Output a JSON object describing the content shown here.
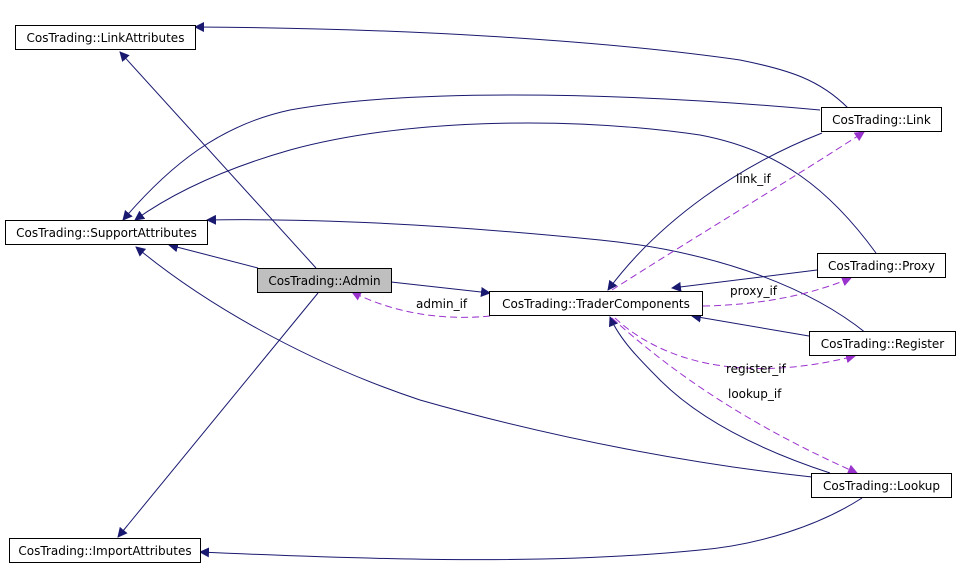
{
  "colors": {
    "inheritance_edge": "#191970",
    "usage_edge": "#9a32cd",
    "focus_node_fill": "#bfbfbf",
    "node_fill": "#ffffff"
  },
  "nodes": {
    "link_attributes": "CosTrading::LinkAttributes",
    "support_attributes": "CosTrading::SupportAttributes",
    "import_attributes": "CosTrading::ImportAttributes",
    "admin": "CosTrading::Admin",
    "trader_components": "CosTrading::TraderComponents",
    "link": "CosTrading::Link",
    "proxy": "CosTrading::Proxy",
    "register": "CosTrading::Register",
    "lookup": "CosTrading::Lookup"
  },
  "edge_labels": {
    "admin_if": "admin_if",
    "link_if": "link_if",
    "proxy_if": "proxy_if",
    "register_if": "register_if",
    "lookup_if": "lookup_if"
  }
}
